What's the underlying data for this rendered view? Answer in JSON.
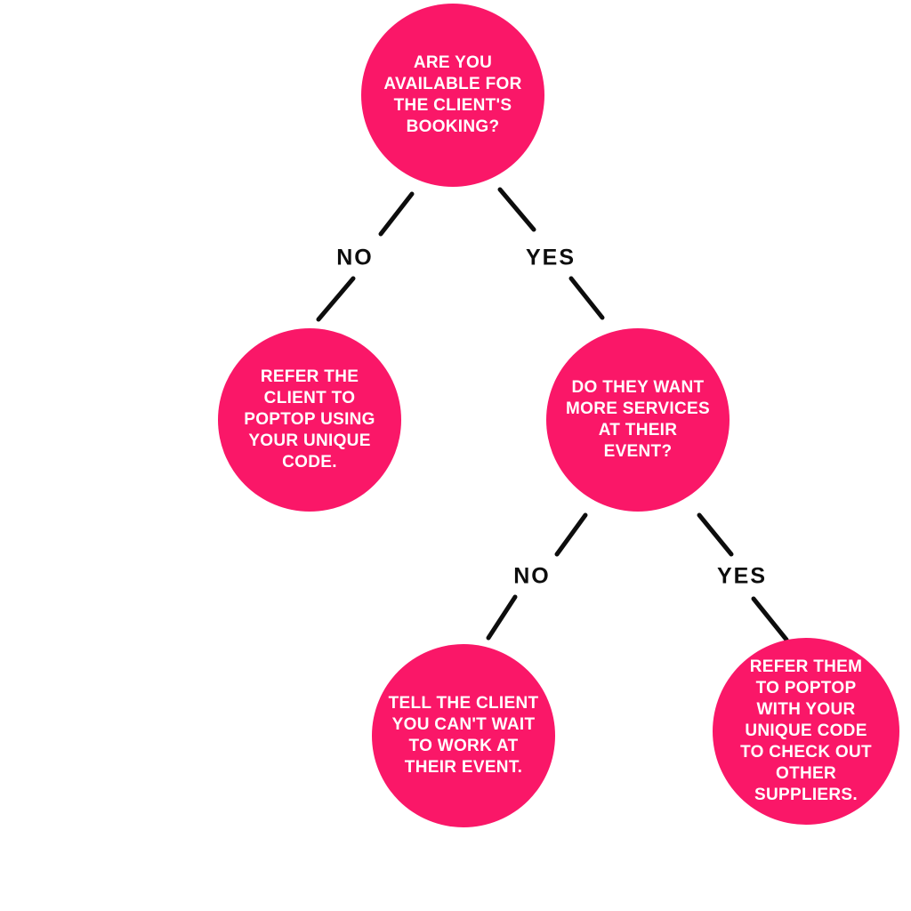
{
  "diagram": {
    "type": "decision-tree-flowchart",
    "background_color": "#ffffff",
    "node_fill_color": "#fa1768",
    "node_text_color": "#ffffff",
    "edge_color": "#0d0d0d",
    "branch_label_color": "#0d0d0d",
    "nodes": [
      {
        "id": "root",
        "kind": "question",
        "text": "ARE YOU\nAVAILABLE FOR\nTHE CLIENT'S\nBOOKING?"
      },
      {
        "id": "refer-client",
        "kind": "outcome",
        "text": "REFER THE\nCLIENT TO\nPOPTOP USING\nYOUR UNIQUE\nCODE."
      },
      {
        "id": "more-services",
        "kind": "question",
        "text": "DO THEY WANT\nMORE SERVICES\nAT THEIR\nEVENT?"
      },
      {
        "id": "tell-client",
        "kind": "outcome",
        "text": "TELL THE CLIENT\nYOU CAN'T WAIT\nTO WORK AT\nTHEIR EVENT."
      },
      {
        "id": "refer-them",
        "kind": "outcome",
        "text": "REFER THEM\nTO POPTOP\nWITH YOUR\nUNIQUE CODE\nTO CHECK OUT\nOTHER\nSUPPLIERS."
      }
    ],
    "branch_labels": [
      {
        "id": "no-1",
        "text": "NO"
      },
      {
        "id": "yes-1",
        "text": "YES"
      },
      {
        "id": "no-2",
        "text": "NO"
      },
      {
        "id": "yes-2",
        "text": "YES"
      }
    ],
    "connections": [
      {
        "from": "root",
        "label": "NO",
        "to": "refer-client"
      },
      {
        "from": "root",
        "label": "YES",
        "to": "more-services"
      },
      {
        "from": "more-services",
        "label": "NO",
        "to": "tell-client"
      },
      {
        "from": "more-services",
        "label": "YES",
        "to": "refer-them"
      }
    ]
  }
}
